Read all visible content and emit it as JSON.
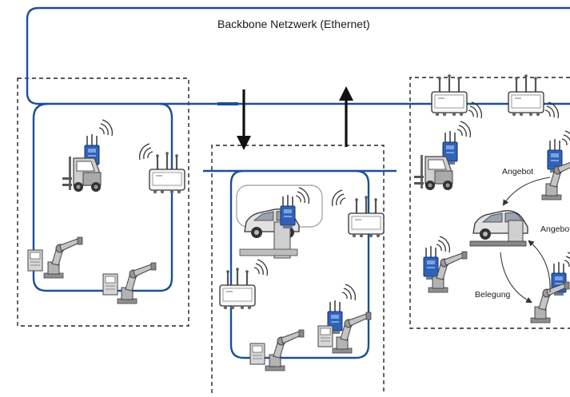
{
  "labels": {
    "backbone": "Backbone Netzwerk (Ethernet)",
    "offer_top": "Angebot",
    "offer_right": "Angebot",
    "allocation": "Belegung"
  },
  "colors": {
    "network_line": "#1c4f96",
    "device_blue": "#2f63b8",
    "device_gray": "#bdbdbd",
    "zone_border": "#222222",
    "arrow": "#111111"
  },
  "icons": {
    "access_point": "wifi-access-point-icon",
    "wireless_client": "wireless-client-module-icon",
    "forklift": "forklift-icon",
    "robot_arm": "industrial-robot-arm-icon",
    "car": "car-on-lift-icon",
    "signal": "wireless-signal-icon"
  }
}
